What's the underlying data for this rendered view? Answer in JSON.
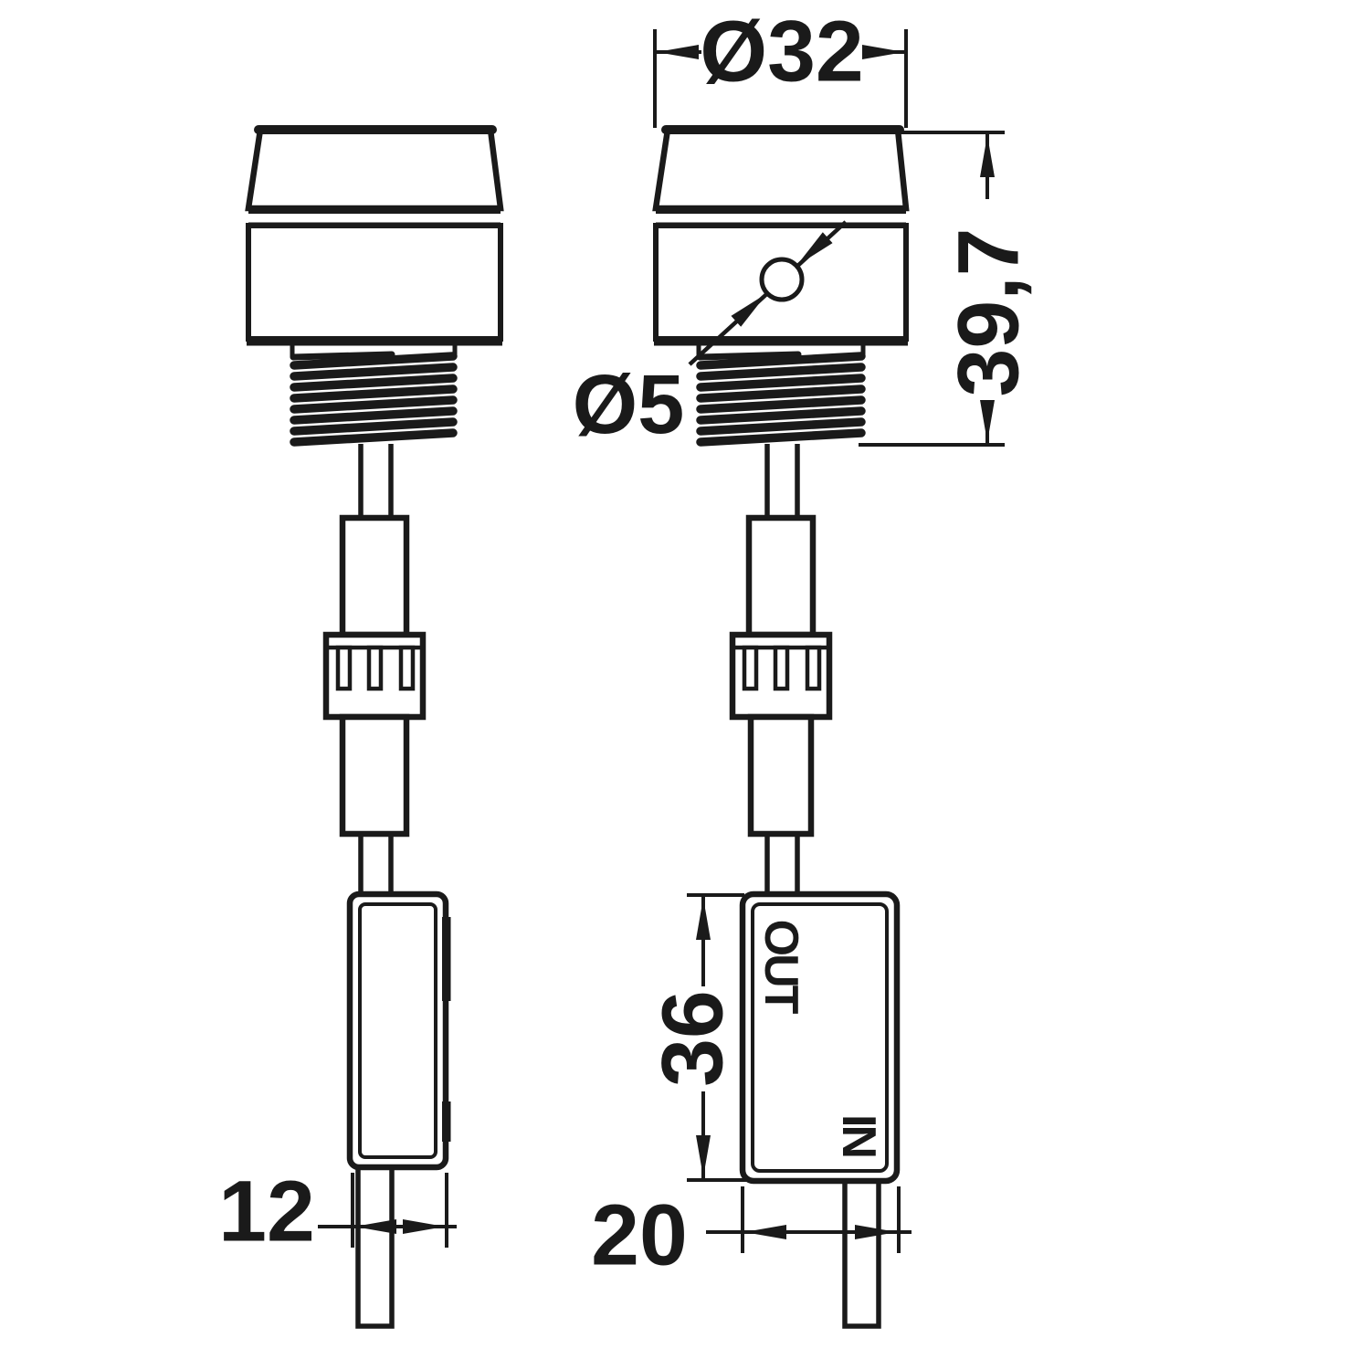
{
  "drawing": {
    "background": "#ffffff",
    "stroke_color": "#1a1a1a",
    "labels": {
      "head_diameter": "Ø32",
      "hole_diameter": "Ø5",
      "total_height": "39,7",
      "box_height": "36",
      "box_depth": "12",
      "box_width": "20",
      "connector_out": "OUT",
      "connector_in": "IN"
    }
  }
}
